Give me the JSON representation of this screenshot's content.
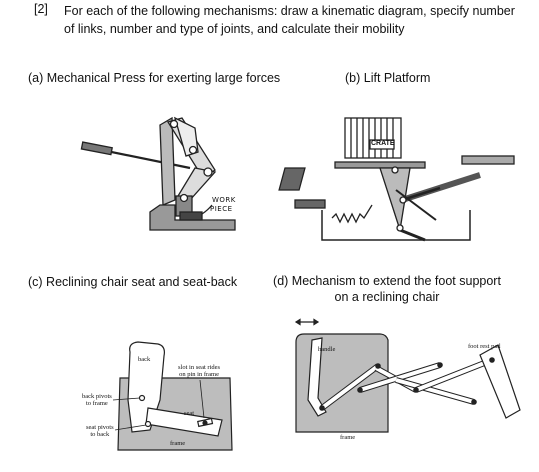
{
  "question": {
    "number": "[2]",
    "text": "For each of the following mechanisms: draw a kinematic diagram, specify number of links, number and type of joints, and calculate their mobility"
  },
  "parts": {
    "a": {
      "caption": "(a) Mechanical Press for exerting large forces",
      "label_work": "WORK",
      "label_piece": "PIECE"
    },
    "b": {
      "caption": "(b) Lift Platform",
      "label_crate": "CRATE"
    },
    "c": {
      "caption": "(c) Reclining chair seat and seat-back",
      "label_back": "back",
      "label_slot_1": "slot in seat rides",
      "label_slot_2": "on pin in frame",
      "label_back_pivots_1": "back pivots",
      "label_back_pivots_2": "to frame",
      "label_seat": "seat",
      "label_seat_pivots_1": "seat pivots",
      "label_seat_pivots_2": "to back",
      "label_frame": "frame"
    },
    "d": {
      "caption_line1": "(d) Mechanism to extend the foot support",
      "caption_line2": "on a reclining chair",
      "label_handle": "handle",
      "label_foot_rest": "foot rest pad",
      "label_frame": "frame"
    }
  }
}
